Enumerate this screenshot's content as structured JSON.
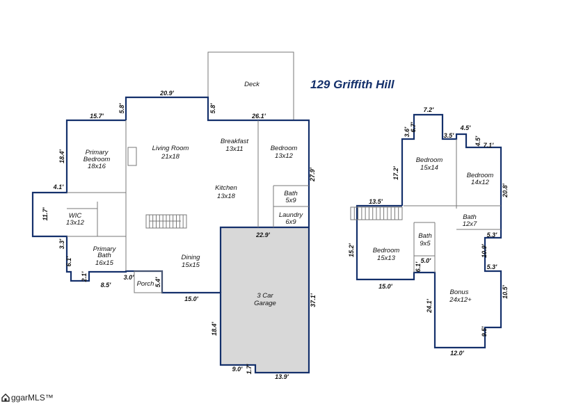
{
  "title": "129 Griffith Hill",
  "logo_text": "ggarMLS™",
  "colors": {
    "wall": "#14306b",
    "garage_fill": "#d8d8d8"
  },
  "main_floor": {
    "rooms": {
      "deck": "Deck",
      "primary_bedroom": [
        "Primary",
        "Bedroom",
        "18x16"
      ],
      "living_room": [
        "Living Room",
        "21x18"
      ],
      "breakfast": [
        "Breakfast",
        "13x11"
      ],
      "bedroom": [
        "Bedroom",
        "13x12"
      ],
      "kitchen": [
        "Kitchen",
        "13x18"
      ],
      "bath": [
        "Bath",
        "5x9"
      ],
      "laundry": [
        "Laundry",
        "6x9"
      ],
      "wic": [
        "WIC",
        "13x12"
      ],
      "primary_bath": [
        "Primary",
        "Bath",
        "16x15"
      ],
      "dining": [
        "Dining",
        "15x15"
      ],
      "porch": "Porch",
      "garage": [
        "3 Car",
        "Garage"
      ]
    },
    "dims": {
      "d_209": "20.9'",
      "d_58a": "5.8'",
      "d_58b": "5.8'",
      "d_261": "26.1'",
      "d_157": "15.7'",
      "d_184": "18.4'",
      "d_41": "4.1'",
      "d_117": "11.7'",
      "d_33": "3.3'",
      "d_61": "6.1'",
      "d_21": "2.1'",
      "d_85": "8.5'",
      "d_30": "3.0'",
      "d_54": "5.4'",
      "d_150": "15.0'",
      "d_279": "27.9'",
      "d_229": "22.9'",
      "d_371": "37.1'",
      "d_184g": "18.4'",
      "d_90": "9.0'",
      "d_17": "1.7'",
      "d_139": "13.9'"
    }
  },
  "upper_floor": {
    "rooms": {
      "bedroom_a": [
        "Bedroom",
        "15x14"
      ],
      "bedroom_b": [
        "Bedroom",
        "14x12"
      ],
      "bath_a": [
        "Bath",
        "12x7"
      ],
      "bath_b": [
        "Bath",
        "9x5"
      ],
      "bedroom_c": [
        "Bedroom",
        "15x13"
      ],
      "bonus": [
        "Bonus",
        "24x12+"
      ]
    },
    "dims": {
      "u_72": "7.2'",
      "u_36": "3.6'",
      "u_67": "6.7'",
      "u_35": "3.5'",
      "u_45a": "4.5'",
      "u_45b": "4.5'",
      "u_71": "7.1'",
      "u_172": "17.2'",
      "u_208": "20.8'",
      "u_135": "13.5'",
      "u_53a": "5.3'",
      "u_109": "10.9'",
      "u_53b": "5.3'",
      "u_152": "15.2'",
      "u_61": "6.1'",
      "u_50": "5.0'",
      "u_150": "15.0'",
      "u_241": "24.1'",
      "u_105": "10.5'",
      "u_95": "9.5'",
      "u_120": "12.0'"
    }
  }
}
